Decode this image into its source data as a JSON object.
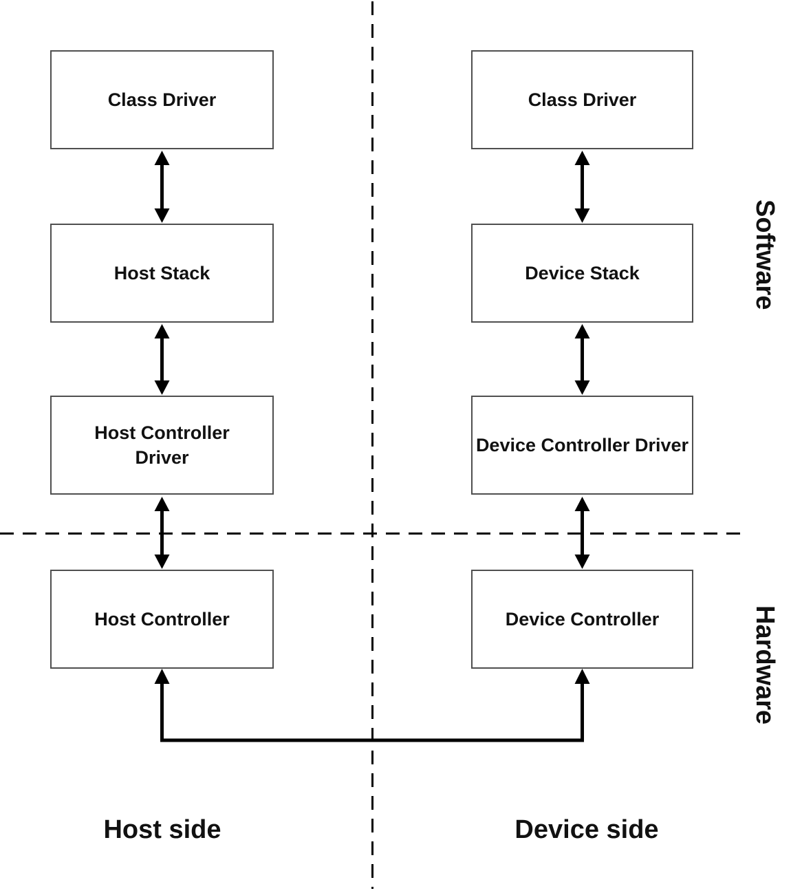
{
  "diagram": {
    "host_column": {
      "side_label": "Host side",
      "boxes": [
        "Class Driver",
        "Host Stack",
        "Host Controller\nDriver",
        "Host Controller"
      ]
    },
    "device_column": {
      "side_label": "Device side",
      "boxes": [
        "Class Driver",
        "Device Stack",
        "Device Controller Driver",
        "Device Controller"
      ]
    },
    "region_labels": {
      "software": "Software",
      "hardware": "Hardware"
    },
    "connections": [
      "Class Driver <-> Host Stack",
      "Host Stack <-> Host Controller Driver",
      "Host Controller Driver <-> Host Controller",
      "Class Driver <-> Device Stack",
      "Device Stack <-> Device Controller Driver",
      "Device Controller Driver <-> Device Controller",
      "Host Controller <-> Device Controller"
    ],
    "colors": {
      "background": "#ffffff",
      "box_border": "#4f4f4f",
      "line": "#000000",
      "text": "#111111"
    }
  }
}
